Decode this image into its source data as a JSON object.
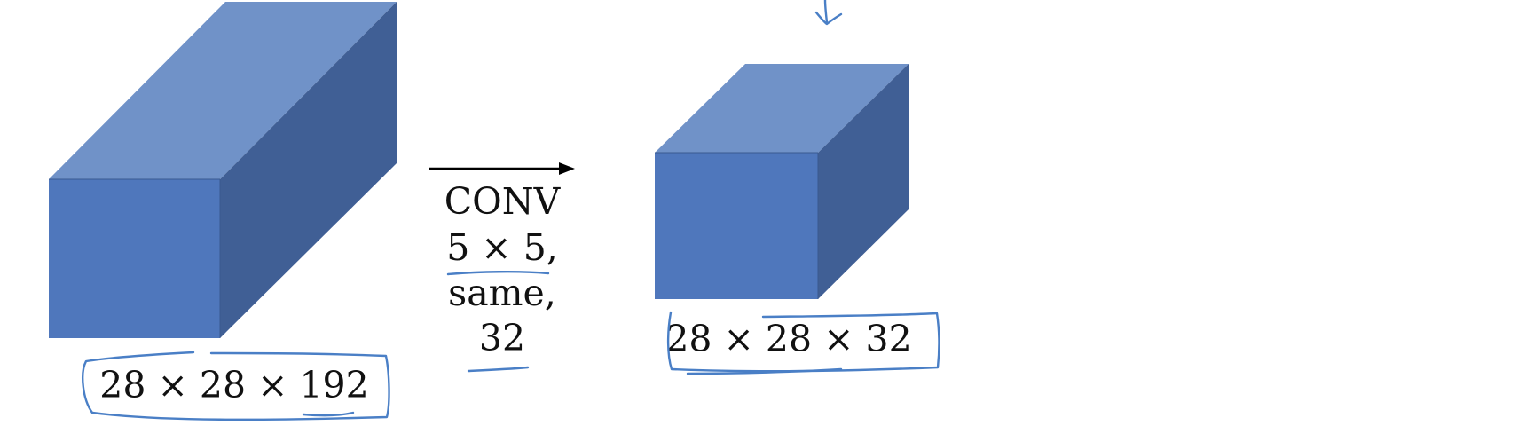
{
  "colors": {
    "cube_front": "#4f77bc",
    "cube_top": "#7092c8",
    "cube_side": "#405f95",
    "ink": "#4a7fc6",
    "arrow": "#000000",
    "background": "#ffffff"
  },
  "input_volume": {
    "shape_label": "28 × 28 × 192"
  },
  "operation": {
    "name": "CONV",
    "filter": "5 × 5,",
    "padding": "same,",
    "num_filters": "32"
  },
  "output_volume": {
    "shape_label": "28 × 28 × 32"
  },
  "annotations": {
    "arrow_icon": "hand-drawn-down-arrow-icon",
    "circle_icon": "hand-drawn-box-icon",
    "underline_icon": "hand-drawn-underline-icon"
  }
}
